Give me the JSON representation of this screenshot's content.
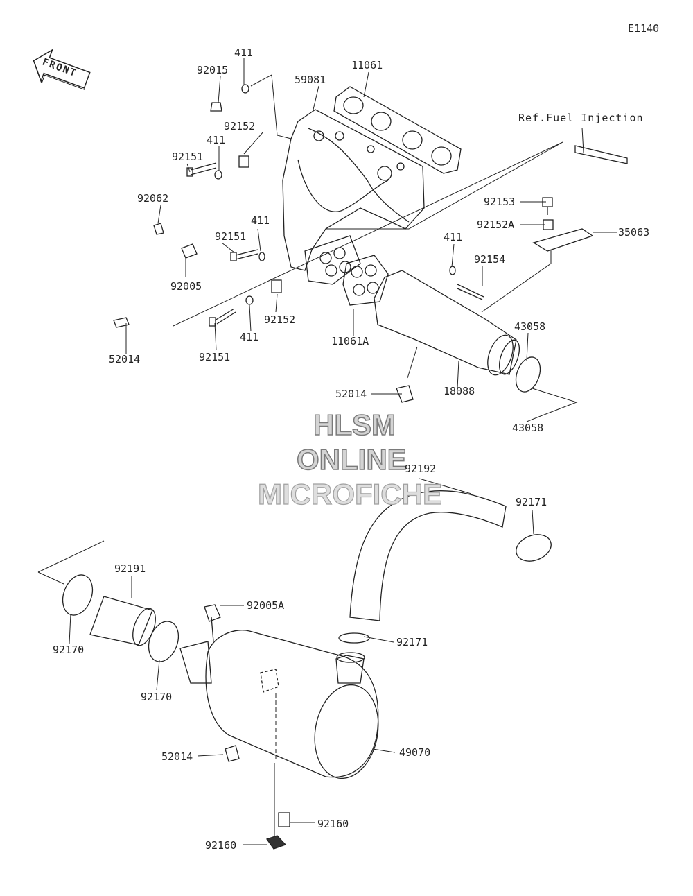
{
  "diagram_code": "E1140",
  "front_label": "FRONT",
  "reference": "Ref.Fuel Injection",
  "watermark": [
    "HLSM",
    "ONLINE",
    "MICROFICHE"
  ],
  "labels": [
    "411",
    "92015",
    "11061",
    "59081",
    "92152",
    "411",
    "92151",
    "92062",
    "92153",
    "92152A",
    "35063",
    "411",
    "92151",
    "411",
    "92154",
    "92005",
    "92152",
    "411",
    "11061A",
    "43058",
    "52014",
    "92151",
    "52014",
    "18088",
    "43058",
    "92192",
    "92171",
    "92191",
    "92005A",
    "92170",
    "92171",
    "92170",
    "52014",
    "49070",
    "92160",
    "92160"
  ]
}
